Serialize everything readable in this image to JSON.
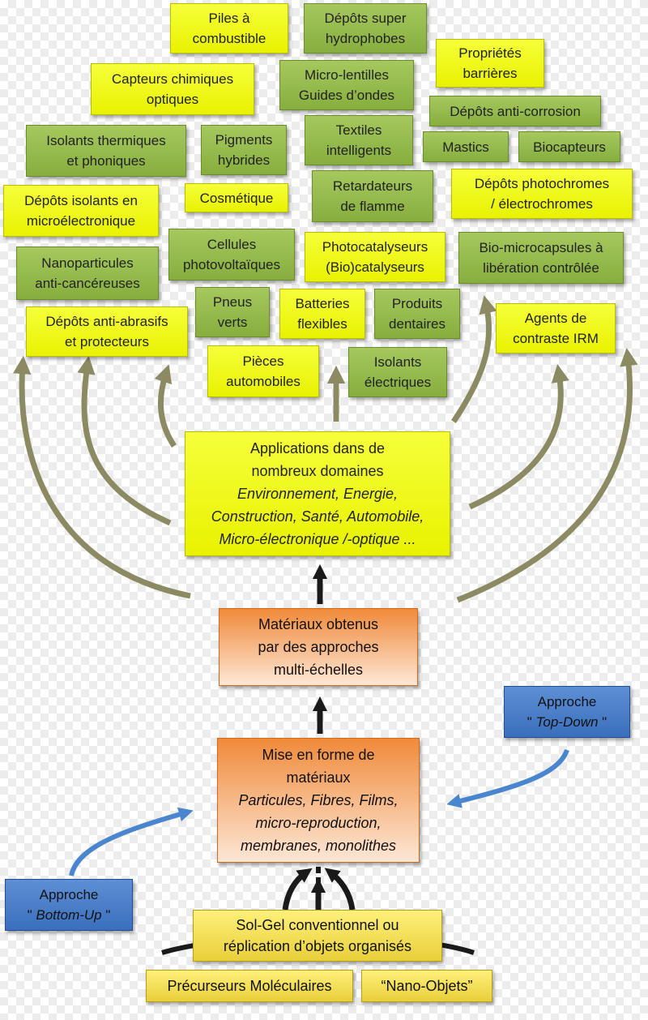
{
  "applications": [
    {
      "id": "piles",
      "lines": [
        "Piles à",
        "combustible"
      ]
    },
    {
      "id": "depots-super-hydrophobes",
      "lines": [
        "Dépôts super",
        "hydrophobes"
      ]
    },
    {
      "id": "proprietes-barrieres",
      "lines": [
        "Propriétés",
        "barrières"
      ]
    },
    {
      "id": "capteurs-chimiques",
      "lines": [
        "Capteurs chimiques",
        "optiques"
      ]
    },
    {
      "id": "micro-lentilles",
      "lines": [
        "Micro-lentilles",
        "Guides d’ondes"
      ]
    },
    {
      "id": "depots-anti-corrosion",
      "lines": [
        "Dépôts anti-corrosion"
      ]
    },
    {
      "id": "isolants-thermiques",
      "lines": [
        "Isolants thermiques",
        "et phoniques"
      ]
    },
    {
      "id": "pigments-hybrides",
      "lines": [
        "Pigments",
        "hybrides"
      ]
    },
    {
      "id": "textiles-intelligents",
      "lines": [
        "Textiles",
        "intelligents"
      ]
    },
    {
      "id": "mastics",
      "lines": [
        "Mastics"
      ]
    },
    {
      "id": "biocapteurs",
      "lines": [
        "Biocapteurs"
      ]
    },
    {
      "id": "depots-isolants",
      "lines": [
        "Dépôts isolants en",
        "microélectronique"
      ]
    },
    {
      "id": "cosmetique",
      "lines": [
        "Cosmétique"
      ]
    },
    {
      "id": "retardateurs",
      "lines": [
        "Retardateurs",
        "de flamme"
      ]
    },
    {
      "id": "depots-photochromes",
      "lines": [
        "Dépôts photochromes",
        "/ électrochromes"
      ]
    },
    {
      "id": "cellules-photovoltaiques",
      "lines": [
        "Cellules",
        "photovoltaïques"
      ]
    },
    {
      "id": "photocatalyseurs",
      "lines": [
        "Photocatalyseurs",
        "(Bio)catalyseurs"
      ]
    },
    {
      "id": "bio-microcapsules",
      "lines": [
        "Bio-microcapsules à",
        "libération contrôlée"
      ]
    },
    {
      "id": "nanoparticules",
      "lines": [
        "Nanoparticules",
        "anti-cancéreuses"
      ]
    },
    {
      "id": "pneus-verts",
      "lines": [
        "Pneus",
        "verts"
      ]
    },
    {
      "id": "batteries",
      "lines": [
        "Batteries",
        "flexibles"
      ]
    },
    {
      "id": "produits-dentaires",
      "lines": [
        "Produits",
        "dentaires"
      ]
    },
    {
      "id": "agents-contraste",
      "lines": [
        "Agents de",
        "contraste IRM"
      ]
    },
    {
      "id": "depots-anti-abrasifs",
      "lines": [
        "Dépôts anti-abrasifs",
        "et protecteurs"
      ]
    },
    {
      "id": "pieces-automobiles",
      "lines": [
        "Pièces",
        "automobiles"
      ]
    },
    {
      "id": "isolants-electriques",
      "lines": [
        "Isolants",
        "électriques"
      ]
    }
  ],
  "central": {
    "title_lines": [
      "Applications dans de",
      "nombreux domaines"
    ],
    "italic_lines": [
      "Environnement, Energie,",
      "Construction, Santé, Automobile,",
      "Micro-électronique /-optique ..."
    ]
  },
  "materiaux": {
    "lines": [
      "Matériaux obtenus",
      "par des approches",
      "multi-échelles"
    ]
  },
  "mise_en_forme": {
    "title_lines": [
      "Mise en forme de",
      "matériaux"
    ],
    "italic_lines": [
      "Particules, Fibres, Films,",
      "micro-reproduction,",
      "membranes, monolithes"
    ]
  },
  "top_down": {
    "line1": "Approche",
    "line2_prefix": "\" ",
    "line2_italic": "Top-Down",
    "line2_suffix": " \""
  },
  "bottom_up": {
    "line1": "Approche",
    "line2_prefix": "\" ",
    "line2_italic": "Bottom-Up",
    "line2_suffix": " \""
  },
  "sol_gel": {
    "lines": [
      "Sol-Gel conventionnel ou",
      "réplication  d’objets organisés"
    ]
  },
  "precurseurs": {
    "lines": [
      "Précurseurs Moléculaires"
    ]
  },
  "nano_objets": {
    "lines": [
      "“Nano-Objets”"
    ]
  },
  "colors": {
    "yellow_box": "#eef400",
    "green_box": "#8fb548",
    "orange_box": "#f08a3a",
    "blue_box": "#4a7fc8",
    "gold_box": "#f3dd55",
    "olive_arrow": "#8c8a63",
    "blue_arrow": "#4a86d0",
    "black_arrow": "#1a1a1a"
  }
}
